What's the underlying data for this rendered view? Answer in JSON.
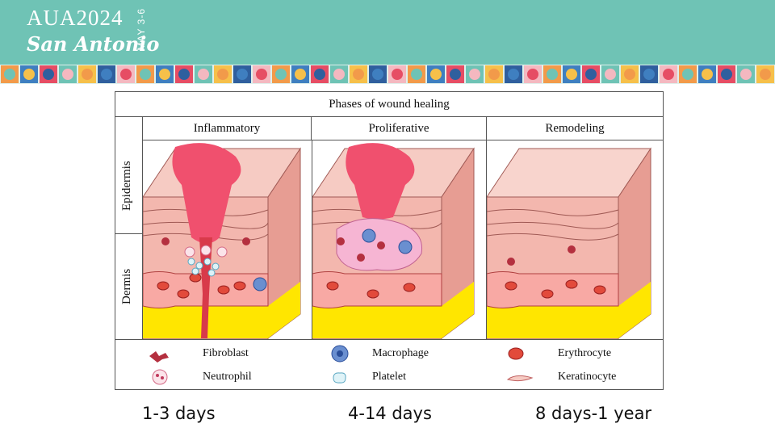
{
  "header": {
    "logo_line1": "AUA2024",
    "logo_line2": "San Antonio",
    "logo_date": "MAY 3-6"
  },
  "figure": {
    "title": "Phases of wound healing",
    "phases": [
      "Inflammatory",
      "Proliferative",
      "Remodeling"
    ],
    "layers": [
      "Epidermis",
      "Dermis"
    ],
    "legend": [
      {
        "label": "Fibroblast",
        "icon": "fibroblast-icon"
      },
      {
        "label": "Macrophage",
        "icon": "macrophage-icon"
      },
      {
        "label": "Erythrocyte",
        "icon": "erythrocyte-icon"
      },
      {
        "label": "Neutrophil",
        "icon": "neutrophil-icon"
      },
      {
        "label": "Platelet",
        "icon": "platelet-icon"
      },
      {
        "label": "Keratinocyte",
        "icon": "keratinocyte-icon"
      }
    ]
  },
  "captions": [
    "1-3 days",
    "4-14 days",
    "8 days-1 year"
  ],
  "colors": {
    "header": "#6fc3b5",
    "skin": "#f3b7ae",
    "wound": "#f0506e",
    "fat": "#ffe600",
    "erythrocyte": "#e24a3b"
  }
}
